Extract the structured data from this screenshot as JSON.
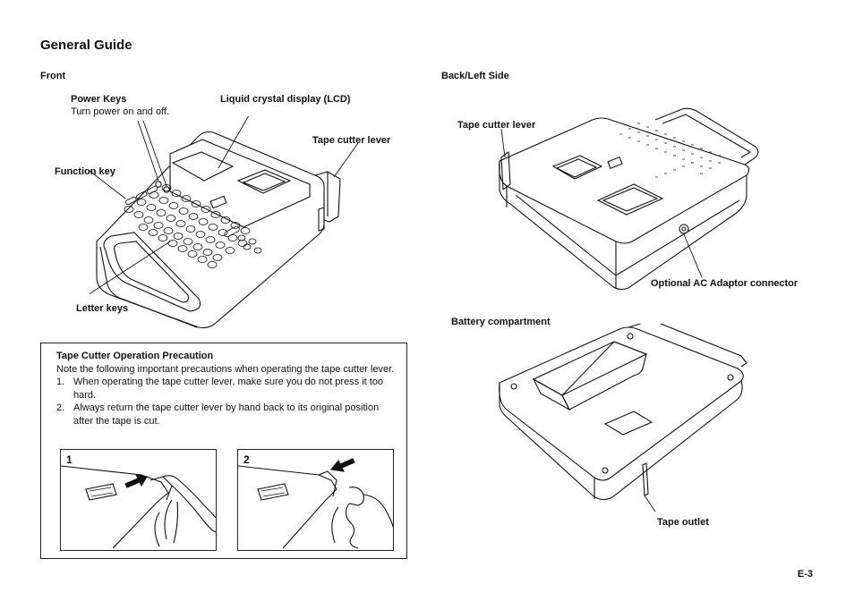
{
  "page": {
    "title": "General Guide",
    "page_number": "E-3"
  },
  "front": {
    "section_label": "Front",
    "labels": {
      "power_keys": "Power Keys",
      "power_keys_desc": "Turn power on and off.",
      "lcd": "Liquid crystal display (LCD)",
      "tape_cutter_lever": "Tape cutter lever",
      "function_key": "Function key",
      "letter_keys": "Letter keys"
    }
  },
  "back": {
    "section_label": "Back/Left Side",
    "labels": {
      "tape_cutter_lever": "Tape cutter lever",
      "ac_adaptor": "Optional AC Adaptor connector",
      "battery_compartment": "Battery compartment",
      "tape_outlet": "Tape outlet"
    }
  },
  "precaution": {
    "title": "Tape Cutter Operation Precaution",
    "intro": "Note the following important precautions when operating the tape cutter lever.",
    "items": [
      {
        "num": "1.",
        "text": "When operating the tape cutter lever, make sure you do not press it too hard."
      },
      {
        "num": "2.",
        "text": "Always return the tape cutter lever by hand back to its original position after the tape is cut."
      }
    ],
    "figures": [
      {
        "num": "1"
      },
      {
        "num": "2"
      }
    ]
  },
  "colors": {
    "ink": "#111111",
    "background": "#ffffff"
  }
}
